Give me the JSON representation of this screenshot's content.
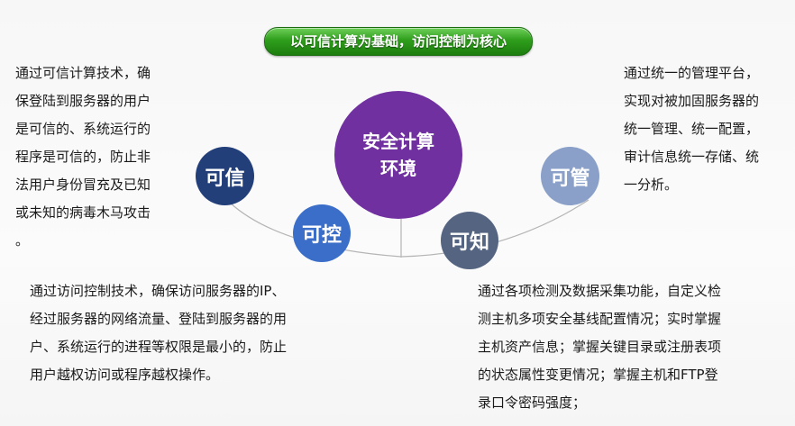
{
  "banner": {
    "title": "以可信计算为基础，访问控制为核心"
  },
  "center": {
    "line1": "安全计算",
    "line2": "环境",
    "color": "#7030a0"
  },
  "nodes": {
    "trust": {
      "label": "可信",
      "color": "#223f7a"
    },
    "control": {
      "label": "可控",
      "color": "#3b6ec8"
    },
    "know": {
      "label": "可知",
      "color": "#546481"
    },
    "manage": {
      "label": "可管",
      "color": "#8aa0c8"
    }
  },
  "descriptions": {
    "trust": {
      "lines": [
        " 通过可信计算技术，确",
        "保登陆到服务器的用户",
        "是可信的、系统运行的",
        "程序是可信的，防止非",
        "法用户身份冒充及已知",
        "或未知的病毒木马攻击",
        "。"
      ]
    },
    "manage": {
      "lines": [
        "通过统一的管理平台，",
        "实现对被加固服务器的",
        "统一管理、统一配置，",
        "审计信息统一存储、统",
        "一分析。"
      ]
    },
    "control": {
      "lines": [
        "通过访问控制技术，确保访问服务器的IP、",
        "经过服务器的网络流量、登陆到服务器的用",
        "户、系统运行的进程等权限是最小的，防止",
        "用户越权访问或程序越权操作。"
      ]
    },
    "know": {
      "lines": [
        "通过各项检测及数据采集功能，自定义检",
        "测主机多项安全基线配置情况；实时掌握",
        "主机资产信息；掌握关键目录或注册表项",
        "的状态属性变更情况；掌握主机和FTP登",
        "录口令密码强度；"
      ]
    }
  }
}
